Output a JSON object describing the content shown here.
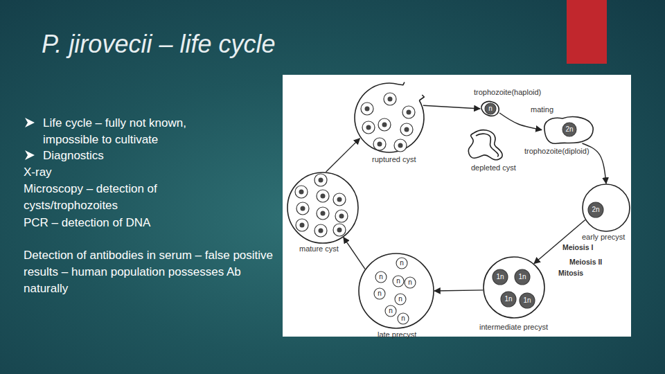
{
  "diagram": {
    "title": "P. jirovecii – life cycle",
    "nodes": [
      {
        "text": [
          "ruptured cyst"
        ]
      },
      {
        "text": [
          "trophozoite(haploid)",
          "n"
        ]
      },
      {
        "text": [
          "depleted cyst"
        ]
      },
      {
        "text": [
          "trophozoite(diploid)",
          "2n"
        ]
      },
      {
        "text": [
          "early precyst",
          "2n"
        ]
      },
      {
        "text": [
          "intermediate precyst",
          "1n",
          "1n",
          "1n",
          "1n"
        ]
      },
      {
        "text": [
          "late precyst",
          "n",
          "n",
          "n",
          "n",
          "n",
          "n",
          "n",
          "n"
        ]
      },
      {
        "text": [
          "mature cyst"
        ]
      }
    ],
    "edges": [
      {
        "from": 0,
        "to": 1,
        "arrow": "to"
      },
      {
        "from": 1,
        "to": 3,
        "label": "mating",
        "arrow": "to"
      },
      {
        "from": 3,
        "to": 4,
        "arrow": "to"
      },
      {
        "from": 4,
        "to": 5,
        "arrow": "to"
      },
      {
        "from": 5,
        "to": 6,
        "arrow": "to"
      },
      {
        "from": 6,
        "to": 7,
        "arrow": "to"
      },
      {
        "from": 7,
        "to": 0,
        "arrow": "to"
      }
    ],
    "labels": [
      "Life cycle – fully not known, impossible to cultivate",
      "Diagnostics",
      "X-ray",
      "Microscopy – detection of cysts/trophozoites",
      "PCR – detection of DNA",
      "Detection of antibodies in serum – false positive results – human population possesses Ab naturally",
      "Meiosis I",
      "Meiosis II",
      "Mitosis"
    ]
  }
}
